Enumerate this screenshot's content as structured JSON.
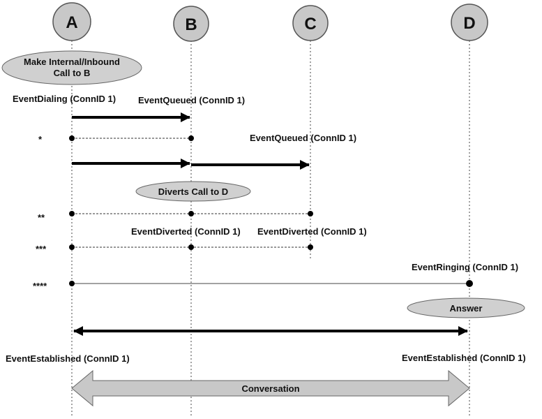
{
  "participants": [
    {
      "id": "A",
      "label": "A"
    },
    {
      "id": "B",
      "label": "B"
    },
    {
      "id": "C",
      "label": "C"
    },
    {
      "id": "D",
      "label": "D"
    }
  ],
  "notes": {
    "make_call_line1": "Make Internal/Inbound",
    "make_call_line2": "Call to B",
    "diverts": "Diverts Call to D",
    "answer": "Answer",
    "conversation": "Conversation"
  },
  "events": {
    "dialing": "EventDialing (ConnID 1)",
    "queued_b": "EventQueued (ConnID 1)",
    "queued_c": "EventQueued (ConnID 1)",
    "diverted_b": "EventDiverted (ConnID 1)",
    "diverted_c": "EventDiverted (ConnID 1)",
    "ringing": "EventRinging (ConnID 1)",
    "established_a": "EventEstablished (ConnID 1)",
    "established_d": "EventEstablished (ConnID 1)"
  },
  "markers": {
    "m1": "*",
    "m2": "**",
    "m3": "***",
    "m4": "****"
  },
  "colors": {
    "node_fill": "#c8c8c8",
    "node_stroke": "#555555",
    "note_fill": "#d0d0d0",
    "conversation_fill": "#c8c8c8",
    "line": "#000000"
  }
}
